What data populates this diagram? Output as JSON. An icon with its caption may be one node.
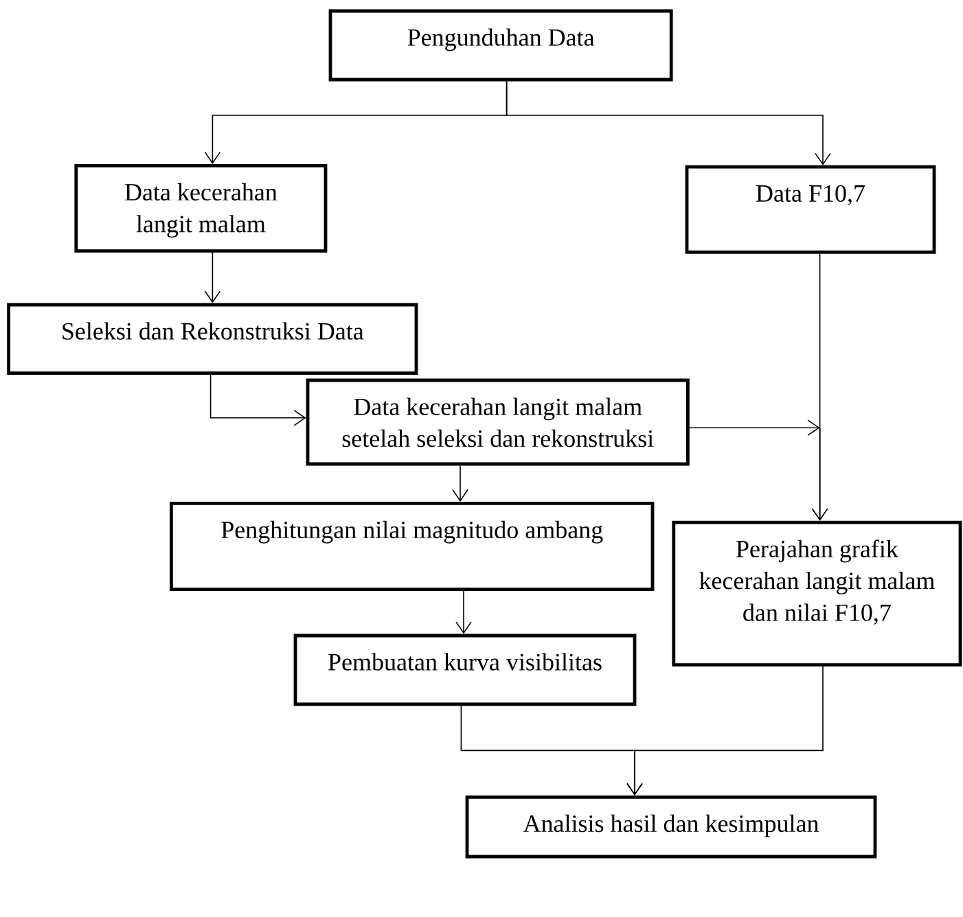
{
  "diagram": {
    "nodes": [
      {
        "text": [
          "Pengunduhan Data"
        ]
      },
      {
        "text": [
          "Data kecerahan langit malam"
        ]
      },
      {
        "text": [
          "Data F10,7"
        ]
      },
      {
        "text": [
          "Seleksi dan Rekonstruksi Data"
        ]
      },
      {
        "text": [
          "Data kecerahan langit malam setelah seleksi dan rekonstruksi"
        ]
      },
      {
        "text": [
          "Penghitungan nilai magnitudo ambang"
        ]
      },
      {
        "text": [
          "Perajahan grafik kecerahan langit malam dan nilai F10,7"
        ]
      },
      {
        "text": [
          "Pembuatan kurva visibilitas"
        ]
      },
      {
        "text": [
          "Analisis hasil dan kesimpulan"
        ]
      }
    ],
    "edges": [
      {
        "from": 0,
        "to": 1,
        "arrow": "to"
      },
      {
        "from": 0,
        "to": 2,
        "arrow": "to"
      },
      {
        "from": 1,
        "to": 3,
        "arrow": "to"
      },
      {
        "from": 3,
        "to": 4,
        "arrow": "to"
      },
      {
        "from": 2,
        "to": 6,
        "arrow": "to"
      },
      {
        "from": 4,
        "to": 6,
        "arrow": "to"
      },
      {
        "from": 4,
        "to": 5,
        "arrow": "to"
      },
      {
        "from": 5,
        "to": 7,
        "arrow": "to"
      },
      {
        "from": 7,
        "to": 8,
        "arrow": "to"
      },
      {
        "from": 6,
        "to": 8,
        "arrow": "to"
      }
    ]
  }
}
